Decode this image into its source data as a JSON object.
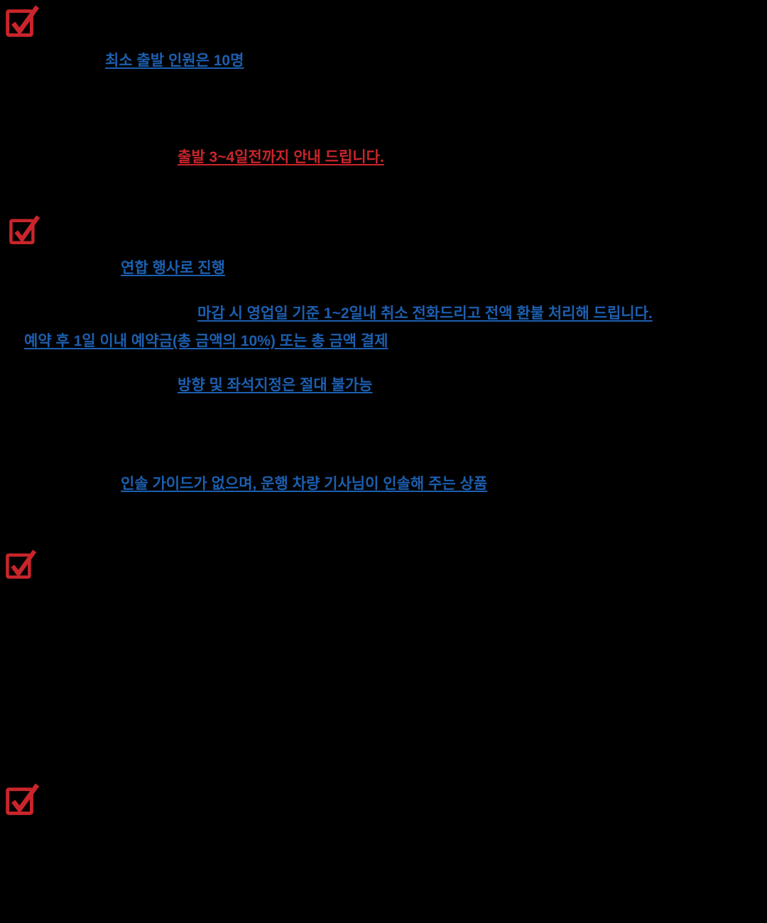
{
  "page": {
    "background": "#000000",
    "kind": "travel-product-notice"
  },
  "colors": {
    "blue": "#1c5fb0",
    "red": "#c9252b",
    "bg": "#000000"
  },
  "icons": [
    {
      "name": "checkbox-checked-icon",
      "color": "#c9252b"
    },
    {
      "name": "checkbox-checked-icon",
      "color": "#c9252b"
    },
    {
      "name": "checkbox-checked-icon",
      "color": "#c9252b"
    },
    {
      "name": "checkbox-checked-icon",
      "color": "#c9252b"
    }
  ],
  "notices": {
    "min_departure": "최소 출발 인원은 10명",
    "departure_notice": "출발 3~4일전까지 안내 드립니다.",
    "joint_event": "연합 행사로 진행",
    "cancel_refund": "마감 시 영업일 기준 1~2일내 취소 전화드리고 전액 환불 처리해 드립니다.",
    "deposit": "예약 후 1일 이내 예약금(총 금액의 10%) 또는 총 금액 결제",
    "seat_assignment": "방향 및 좌석지정은 절대 불가능",
    "guide": "인솔 가이드가 없으며, 운행 차량 기사님이 인솔해 주는 상품"
  }
}
